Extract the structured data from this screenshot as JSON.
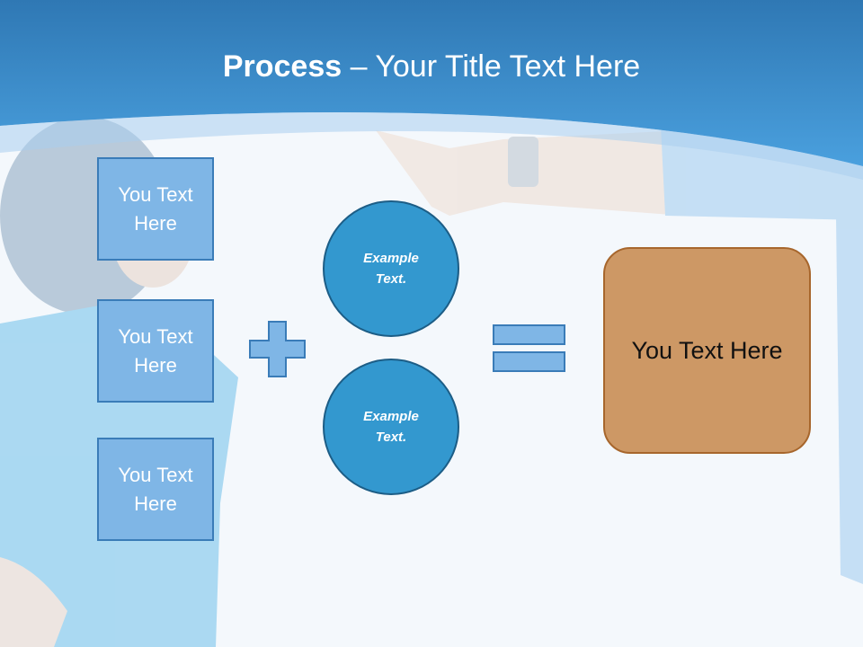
{
  "title": {
    "bold": "Process",
    "rest": " – Your Title Text Here"
  },
  "inputs": [
    {
      "label": "You Text Here"
    },
    {
      "label": "You Text Here"
    },
    {
      "label": "You Text Here"
    }
  ],
  "examples": [
    {
      "label": "Example Text."
    },
    {
      "label": "Example Text."
    }
  ],
  "result": {
    "label": "You Text Here"
  },
  "colors": {
    "header_blue": "#3a8fd4",
    "box_fill": "#7fb6e6",
    "circle_fill": "#3398cf",
    "result_fill": "#cd9865",
    "result_border": "#a7662c"
  }
}
